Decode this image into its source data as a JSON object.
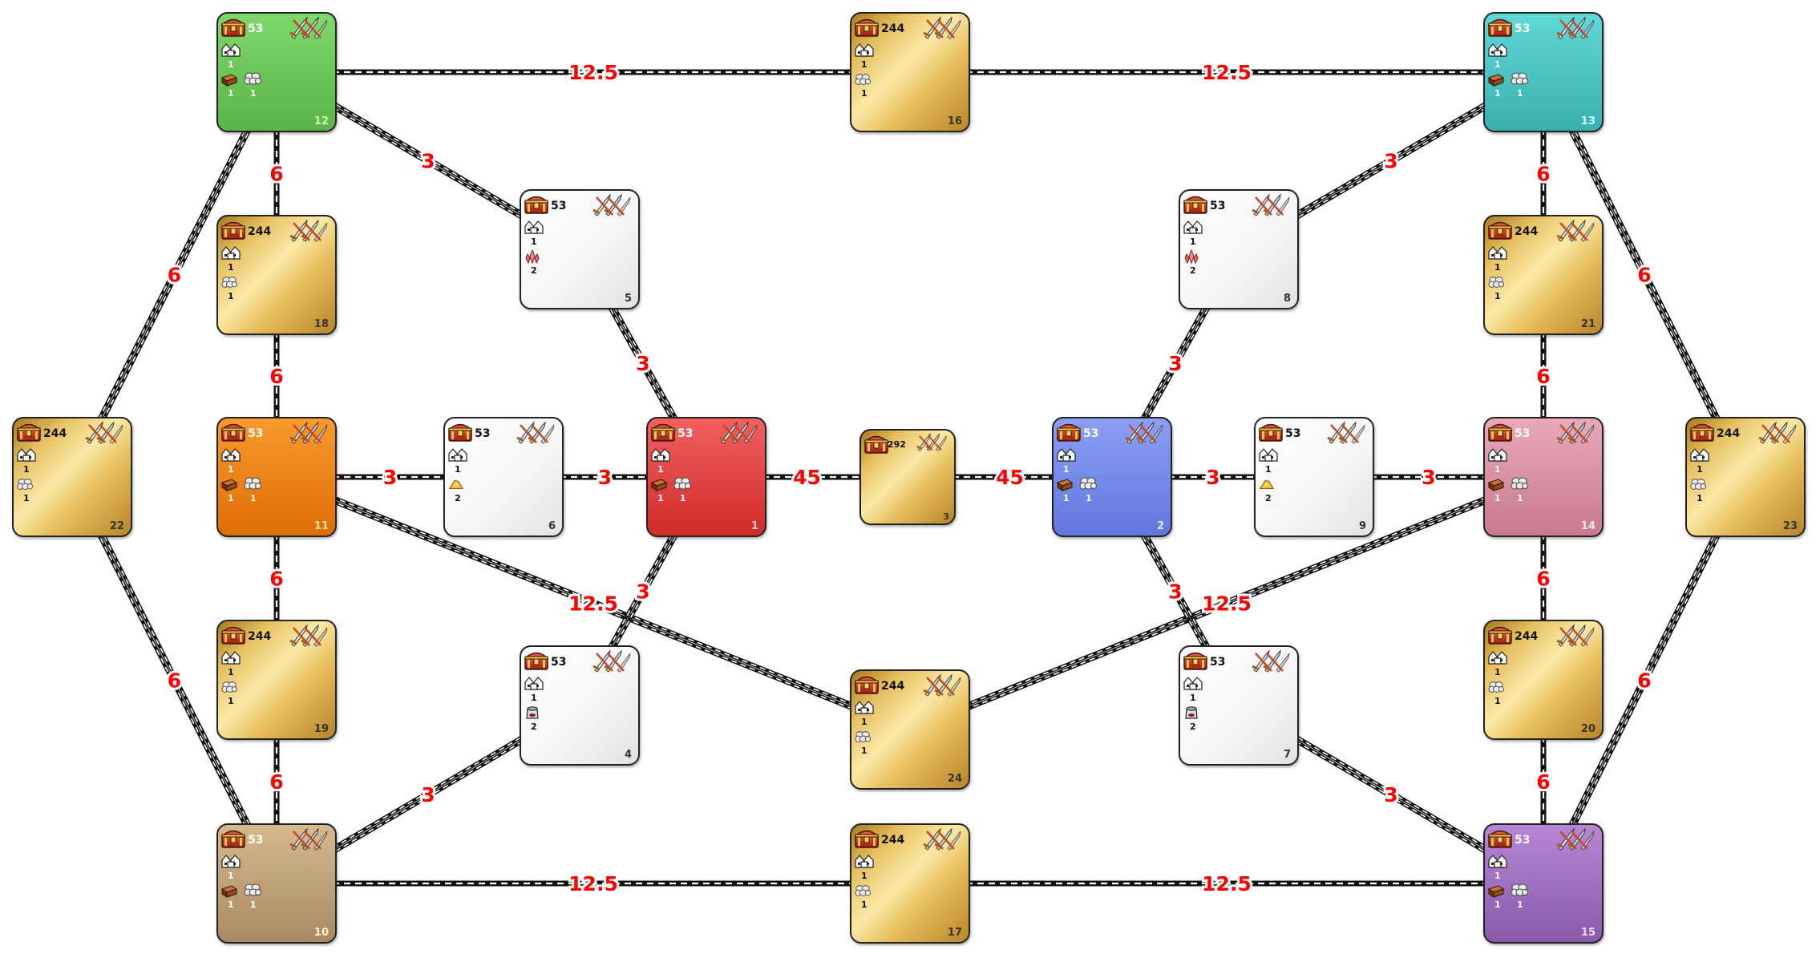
{
  "edges": [
    {
      "a": "12",
      "b": "16",
      "label": "12.5",
      "double": false
    },
    {
      "a": "16",
      "b": "13",
      "label": "12.5",
      "double": false
    },
    {
      "a": "10",
      "b": "17",
      "label": "12.5",
      "double": false
    },
    {
      "a": "17",
      "b": "15",
      "label": "12.5",
      "double": false
    },
    {
      "a": "12",
      "b": "5",
      "label": "3",
      "double": true
    },
    {
      "a": "13",
      "b": "8",
      "label": "3",
      "double": true
    },
    {
      "a": "12",
      "b": "18",
      "label": "6",
      "double": false
    },
    {
      "a": "18",
      "b": "11",
      "label": "6",
      "double": false
    },
    {
      "a": "11",
      "b": "19",
      "label": "6",
      "double": false
    },
    {
      "a": "19",
      "b": "10",
      "label": "6",
      "double": false
    },
    {
      "a": "13",
      "b": "21",
      "label": "6",
      "double": false
    },
    {
      "a": "21",
      "b": "14",
      "label": "6",
      "double": false
    },
    {
      "a": "14",
      "b": "20",
      "label": "6",
      "double": false
    },
    {
      "a": "20",
      "b": "15",
      "label": "6",
      "double": false
    },
    {
      "a": "12",
      "b": "22",
      "label": "6",
      "double": true
    },
    {
      "a": "22",
      "b": "10",
      "label": "6",
      "double": true
    },
    {
      "a": "13",
      "b": "23",
      "label": "6",
      "double": true
    },
    {
      "a": "23",
      "b": "15",
      "label": "6",
      "double": true
    },
    {
      "a": "5",
      "b": "1",
      "label": "3",
      "double": true
    },
    {
      "a": "8",
      "b": "2",
      "label": "3",
      "double": true
    },
    {
      "a": "11",
      "b": "6",
      "label": "3",
      "double": false
    },
    {
      "a": "6",
      "b": "1",
      "label": "3",
      "double": false
    },
    {
      "a": "2",
      "b": "9",
      "label": "3",
      "double": false
    },
    {
      "a": "9",
      "b": "14",
      "label": "3",
      "double": false
    },
    {
      "a": "1",
      "b": "3",
      "label": "45",
      "double": false
    },
    {
      "a": "3",
      "b": "2",
      "label": "45",
      "double": false
    },
    {
      "a": "11",
      "b": "24",
      "label": "12.5",
      "double": true
    },
    {
      "a": "24",
      "b": "14",
      "label": "12.5",
      "double": true
    },
    {
      "a": "1",
      "b": "4",
      "label": "3",
      "double": true
    },
    {
      "a": "2",
      "b": "7",
      "label": "3",
      "double": true
    },
    {
      "a": "4",
      "b": "10",
      "label": "3",
      "double": true
    },
    {
      "a": "7",
      "b": "15",
      "label": "3",
      "double": true
    }
  ],
  "tiles": [
    {
      "id": "12",
      "color": "green",
      "treasure": "53",
      "houses": "1",
      "res1": "ore",
      "res1_count": "1",
      "res2": "1"
    },
    {
      "id": "16",
      "color": "gold",
      "treasure": "244",
      "houses": "1",
      "res1": "stone",
      "res1_count": "1"
    },
    {
      "id": "13",
      "color": "teal",
      "treasure": "53",
      "houses": "1",
      "res1": "ore",
      "res1_count": "1",
      "res2": "1"
    },
    {
      "id": "18",
      "color": "gold",
      "treasure": "244",
      "houses": "1",
      "res1": "stone",
      "res1_count": "1"
    },
    {
      "id": "21",
      "color": "gold",
      "treasure": "244",
      "houses": "1",
      "res1": "stone",
      "res1_count": "1"
    },
    {
      "id": "5",
      "color": "white",
      "treasure": "53",
      "houses": "1",
      "res1": "crystal",
      "res1_count": "2"
    },
    {
      "id": "8",
      "color": "white",
      "treasure": "53",
      "houses": "1",
      "res1": "crystal",
      "res1_count": "2"
    },
    {
      "id": "22",
      "color": "gold",
      "treasure": "244",
      "houses": "1",
      "res1": "stone",
      "res1_count": "1"
    },
    {
      "id": "11",
      "color": "orange",
      "treasure": "53",
      "houses": "1",
      "res1": "ore",
      "res1_count": "1",
      "res2": "1"
    },
    {
      "id": "6",
      "color": "white",
      "treasure": "53",
      "houses": "1",
      "res1": "sulfur",
      "res1_count": "2"
    },
    {
      "id": "1",
      "color": "red",
      "treasure": "53",
      "houses": "1",
      "res1": "ore",
      "res1_count": "1",
      "res2": "1"
    },
    {
      "id": "3",
      "color": "gold",
      "treasure": "292",
      "small": true
    },
    {
      "id": "2",
      "color": "blue",
      "treasure": "53",
      "houses": "1",
      "res1": "ore",
      "res1_count": "1",
      "res2": "1"
    },
    {
      "id": "9",
      "color": "white",
      "treasure": "53",
      "houses": "1",
      "res1": "sulfur",
      "res1_count": "2"
    },
    {
      "id": "14",
      "color": "pink",
      "treasure": "53",
      "houses": "1",
      "res1": "ore",
      "res1_count": "1",
      "res2": "1"
    },
    {
      "id": "23",
      "color": "gold",
      "treasure": "244",
      "houses": "1",
      "res1": "stone",
      "res1_count": "1"
    },
    {
      "id": "19",
      "color": "gold",
      "treasure": "244",
      "houses": "1",
      "res1": "stone",
      "res1_count": "1"
    },
    {
      "id": "20",
      "color": "gold",
      "treasure": "244",
      "houses": "1",
      "res1": "stone",
      "res1_count": "1"
    },
    {
      "id": "4",
      "color": "white",
      "treasure": "53",
      "houses": "1",
      "res1": "mercury",
      "res1_count": "2"
    },
    {
      "id": "7",
      "color": "white",
      "treasure": "53",
      "houses": "1",
      "res1": "mercury",
      "res1_count": "2"
    },
    {
      "id": "24",
      "color": "gold",
      "treasure": "244",
      "houses": "1",
      "res1": "stone",
      "res1_count": "1"
    },
    {
      "id": "10",
      "color": "tan",
      "treasure": "53",
      "houses": "1",
      "res1": "ore",
      "res1_count": "1",
      "res2": "1"
    },
    {
      "id": "17",
      "color": "gold",
      "treasure": "244",
      "houses": "1",
      "res1": "stone",
      "res1_count": "1"
    },
    {
      "id": "15",
      "color": "purple",
      "treasure": "53",
      "houses": "1",
      "res1": "ore",
      "res1_count": "1",
      "res2": "1"
    }
  ],
  "colors": {
    "edge_label": "#ff0000",
    "id_green": "#c9ffb8",
    "id_teal": "#d6ffff",
    "id_orange": "#ffe2a0",
    "id_red": "#ffd0d0",
    "id_blue": "#e4e8ff",
    "id_pink": "#ffe6ee",
    "id_tan": "#fff2d0",
    "id_purple": "#f4dcff"
  }
}
